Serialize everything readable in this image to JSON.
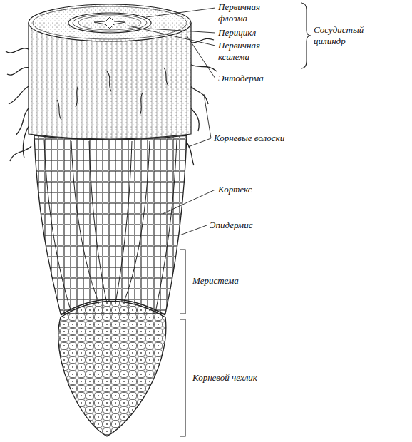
{
  "diagram": {
    "labels": [
      "Первичная флоэма",
      "Перицикл",
      "Сосудистый цилиндр",
      "Первичная ксилема",
      "Энтодерма",
      "Корневые волоски",
      "Кортекс",
      "Эпидермис",
      "Меристема",
      "Корневой чехлик"
    ]
  }
}
